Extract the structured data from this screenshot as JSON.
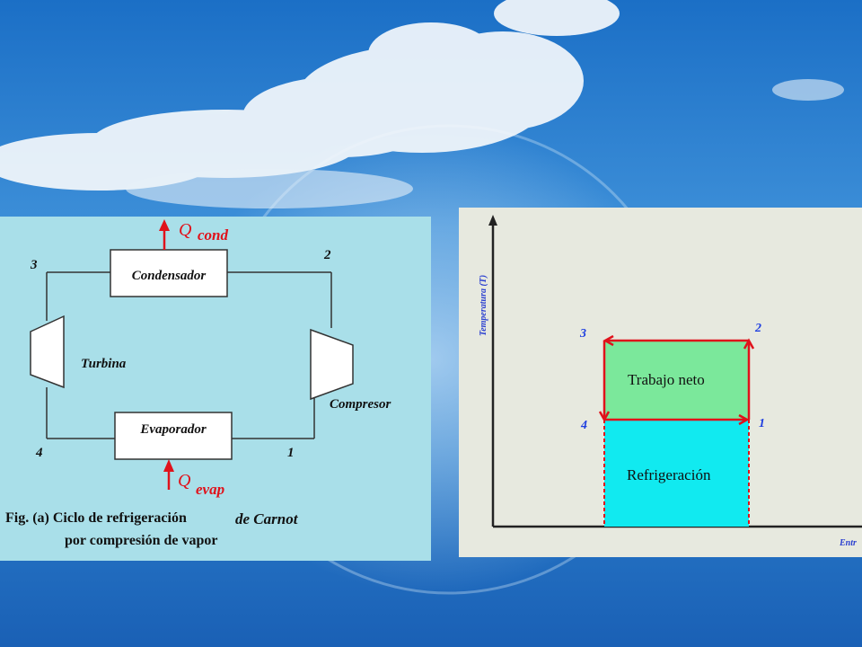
{
  "carnot_diagram": {
    "q_symbol": "Q",
    "q_cond_sub": "cond",
    "q_evap_sub": "evap",
    "condenser_label": "Condensador",
    "evaporator_label": "Evaporador",
    "turbine_label": "Turbina",
    "compressor_label": "Compresor",
    "node_1": "1",
    "node_2": "2",
    "node_3": "3",
    "node_4": "4",
    "caption_line1": "Fig. (a) Ciclo de refrigeración",
    "caption_line1b": "de Carnot",
    "caption_line2": "por compresión de vapor"
  },
  "ts_diagram": {
    "y_axis_label": "Temperatura (T)",
    "x_axis_label": "Entr",
    "net_work_label": "Trabajo neto",
    "refrigeration_label": "Refrigeración",
    "point_1": "1",
    "point_2": "2",
    "point_3": "3",
    "point_4": "4"
  },
  "colors": {
    "arrow_red": "#e0121b",
    "net_work_fill": "#7be89b",
    "refrigeration_fill": "#11eaf0",
    "point_label_blue": "#1f3fe0"
  }
}
